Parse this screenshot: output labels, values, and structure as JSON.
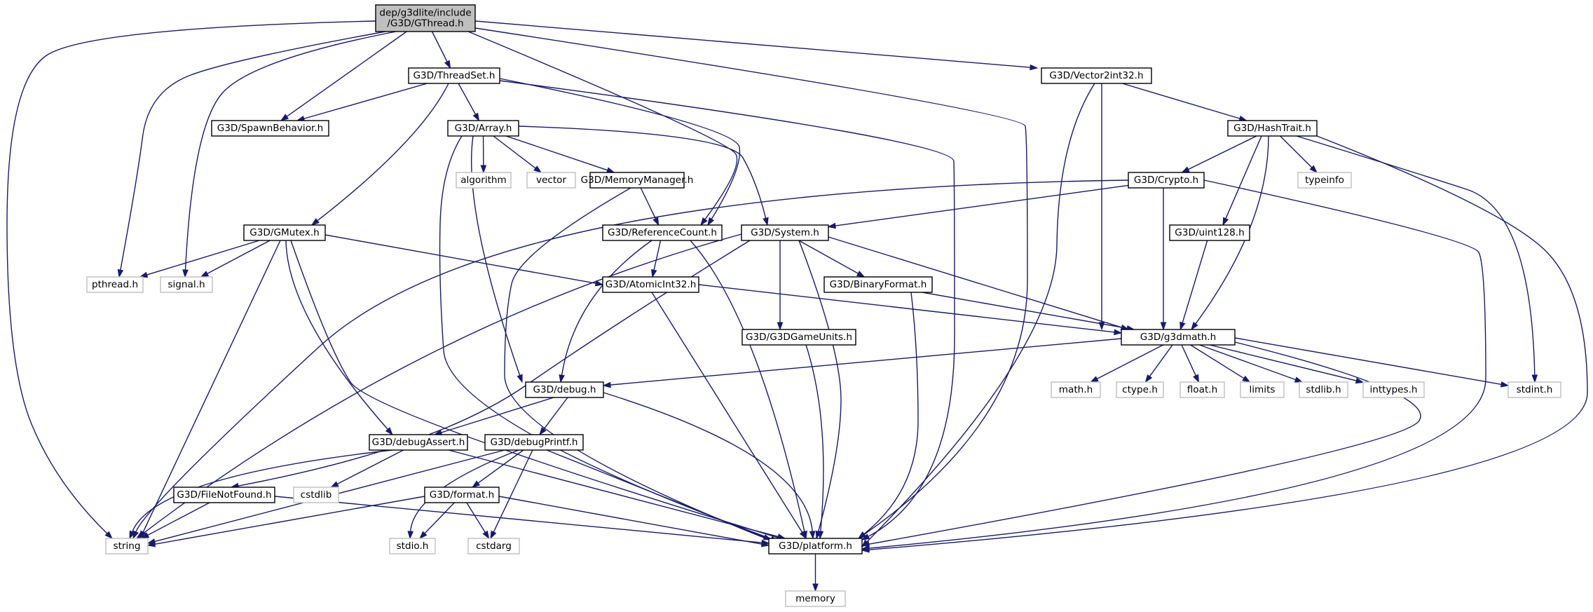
{
  "graph": {
    "colors": {
      "edge": "#191970",
      "documented_border": "#000000",
      "external_border": "#bfbfbf",
      "root_fill": "#bfbfbf",
      "node_fill": "#ffffff"
    },
    "nodes": [
      {
        "id": "gthread",
        "lines": [
          "dep/g3dlite/include",
          "/G3D/GThread.h"
        ],
        "kind": "root"
      },
      {
        "id": "threadset",
        "lines": [
          "G3D/ThreadSet.h"
        ],
        "kind": "doc"
      },
      {
        "id": "vector2int32",
        "lines": [
          "G3D/Vector2int32.h"
        ],
        "kind": "doc"
      },
      {
        "id": "spawnbehavior",
        "lines": [
          "G3D/SpawnBehavior.h"
        ],
        "kind": "doc"
      },
      {
        "id": "array",
        "lines": [
          "G3D/Array.h"
        ],
        "kind": "doc"
      },
      {
        "id": "hashtrait",
        "lines": [
          "G3D/HashTrait.h"
        ],
        "kind": "doc"
      },
      {
        "id": "algorithm",
        "lines": [
          "algorithm"
        ],
        "kind": "ext"
      },
      {
        "id": "vector",
        "lines": [
          "vector"
        ],
        "kind": "ext"
      },
      {
        "id": "memorymanager",
        "lines": [
          "G3D/MemoryManager.h"
        ],
        "kind": "doc"
      },
      {
        "id": "crypto",
        "lines": [
          "G3D/Crypto.h"
        ],
        "kind": "doc"
      },
      {
        "id": "typeinfo",
        "lines": [
          "typeinfo"
        ],
        "kind": "ext"
      },
      {
        "id": "gmutex",
        "lines": [
          "G3D/GMutex.h"
        ],
        "kind": "doc"
      },
      {
        "id": "referencecount",
        "lines": [
          "G3D/ReferenceCount.h"
        ],
        "kind": "doc"
      },
      {
        "id": "system",
        "lines": [
          "G3D/System.h"
        ],
        "kind": "doc"
      },
      {
        "id": "uint128",
        "lines": [
          "G3D/uint128.h"
        ],
        "kind": "doc"
      },
      {
        "id": "pthread",
        "lines": [
          "pthread.h"
        ],
        "kind": "ext"
      },
      {
        "id": "signal",
        "lines": [
          "signal.h"
        ],
        "kind": "ext"
      },
      {
        "id": "atomicint32",
        "lines": [
          "G3D/AtomicInt32.h"
        ],
        "kind": "doc"
      },
      {
        "id": "binaryformat",
        "lines": [
          "G3D/BinaryFormat.h"
        ],
        "kind": "doc"
      },
      {
        "id": "g3dgameunits",
        "lines": [
          "G3D/G3DGameUnits.h"
        ],
        "kind": "doc"
      },
      {
        "id": "g3dmath",
        "lines": [
          "G3D/g3dmath.h"
        ],
        "kind": "doc"
      },
      {
        "id": "debug",
        "lines": [
          "G3D/debug.h"
        ],
        "kind": "doc"
      },
      {
        "id": "mathh",
        "lines": [
          "math.h"
        ],
        "kind": "ext"
      },
      {
        "id": "ctypeh",
        "lines": [
          "ctype.h"
        ],
        "kind": "ext"
      },
      {
        "id": "floath",
        "lines": [
          "float.h"
        ],
        "kind": "ext"
      },
      {
        "id": "limits",
        "lines": [
          "limits"
        ],
        "kind": "ext"
      },
      {
        "id": "stdlibh",
        "lines": [
          "stdlib.h"
        ],
        "kind": "ext"
      },
      {
        "id": "inttypesh",
        "lines": [
          "inttypes.h"
        ],
        "kind": "ext"
      },
      {
        "id": "stdinth",
        "lines": [
          "stdint.h"
        ],
        "kind": "ext"
      },
      {
        "id": "debugassert",
        "lines": [
          "G3D/debugAssert.h"
        ],
        "kind": "doc"
      },
      {
        "id": "debugprintf",
        "lines": [
          "G3D/debugPrintf.h"
        ],
        "kind": "doc"
      },
      {
        "id": "cstdlib",
        "lines": [
          "cstdlib"
        ],
        "kind": "ext"
      },
      {
        "id": "filenotfound",
        "lines": [
          "G3D/FileNotFound.h"
        ],
        "kind": "doc"
      },
      {
        "id": "format",
        "lines": [
          "G3D/format.h"
        ],
        "kind": "doc"
      },
      {
        "id": "string",
        "lines": [
          "string"
        ],
        "kind": "ext"
      },
      {
        "id": "stdioh",
        "lines": [
          "stdio.h"
        ],
        "kind": "ext"
      },
      {
        "id": "cstdarg",
        "lines": [
          "cstdarg"
        ],
        "kind": "ext"
      },
      {
        "id": "platform",
        "lines": [
          "G3D/platform.h"
        ],
        "kind": "doc"
      },
      {
        "id": "memory",
        "lines": [
          "memory"
        ],
        "kind": "ext"
      }
    ],
    "edges": [
      {
        "from": "gthread",
        "to": "threadset"
      },
      {
        "from": "gthread",
        "to": "spawnbehavior"
      },
      {
        "from": "gthread",
        "to": "vector2int32"
      },
      {
        "from": "gthread",
        "to": "string"
      },
      {
        "from": "gthread",
        "to": "pthread"
      },
      {
        "from": "gthread",
        "to": "signal"
      },
      {
        "from": "gthread",
        "to": "referencecount"
      },
      {
        "from": "gthread",
        "to": "platform"
      },
      {
        "from": "threadset",
        "to": "spawnbehavior"
      },
      {
        "from": "threadset",
        "to": "array"
      },
      {
        "from": "threadset",
        "to": "gmutex"
      },
      {
        "from": "threadset",
        "to": "referencecount"
      },
      {
        "from": "threadset",
        "to": "platform"
      },
      {
        "from": "array",
        "to": "algorithm"
      },
      {
        "from": "array",
        "to": "vector"
      },
      {
        "from": "array",
        "to": "memorymanager"
      },
      {
        "from": "array",
        "to": "system"
      },
      {
        "from": "array",
        "to": "debug"
      },
      {
        "from": "array",
        "to": "platform"
      },
      {
        "from": "memorymanager",
        "to": "referencecount"
      },
      {
        "from": "memorymanager",
        "to": "platform"
      },
      {
        "from": "vector2int32",
        "to": "hashtrait"
      },
      {
        "from": "vector2int32",
        "to": "g3dmath"
      },
      {
        "from": "vector2int32",
        "to": "platform"
      },
      {
        "from": "hashtrait",
        "to": "crypto"
      },
      {
        "from": "hashtrait",
        "to": "typeinfo"
      },
      {
        "from": "hashtrait",
        "to": "uint128"
      },
      {
        "from": "hashtrait",
        "to": "g3dmath"
      },
      {
        "from": "hashtrait",
        "to": "stdinth"
      },
      {
        "from": "hashtrait",
        "to": "platform"
      },
      {
        "from": "crypto",
        "to": "system"
      },
      {
        "from": "crypto",
        "to": "g3dmath"
      },
      {
        "from": "crypto",
        "to": "string"
      },
      {
        "from": "crypto",
        "to": "platform"
      },
      {
        "from": "uint128",
        "to": "g3dmath"
      },
      {
        "from": "gmutex",
        "to": "pthread"
      },
      {
        "from": "gmutex",
        "to": "signal"
      },
      {
        "from": "gmutex",
        "to": "atomicint32"
      },
      {
        "from": "gmutex",
        "to": "string"
      },
      {
        "from": "gmutex",
        "to": "debugassert"
      },
      {
        "from": "gmutex",
        "to": "platform"
      },
      {
        "from": "referencecount",
        "to": "atomicint32"
      },
      {
        "from": "referencecount",
        "to": "debug"
      },
      {
        "from": "referencecount",
        "to": "platform"
      },
      {
        "from": "system",
        "to": "binaryformat"
      },
      {
        "from": "system",
        "to": "g3dgameunits"
      },
      {
        "from": "system",
        "to": "g3dmath"
      },
      {
        "from": "system",
        "to": "filenotfound"
      },
      {
        "from": "system",
        "to": "string"
      },
      {
        "from": "system",
        "to": "platform"
      },
      {
        "from": "atomicint32",
        "to": "g3dmath"
      },
      {
        "from": "atomicint32",
        "to": "platform"
      },
      {
        "from": "binaryformat",
        "to": "g3dmath"
      },
      {
        "from": "binaryformat",
        "to": "platform"
      },
      {
        "from": "g3dgameunits",
        "to": "platform"
      },
      {
        "from": "g3dmath",
        "to": "debug"
      },
      {
        "from": "g3dmath",
        "to": "mathh"
      },
      {
        "from": "g3dmath",
        "to": "ctypeh"
      },
      {
        "from": "g3dmath",
        "to": "floath"
      },
      {
        "from": "g3dmath",
        "to": "limits"
      },
      {
        "from": "g3dmath",
        "to": "stdlibh"
      },
      {
        "from": "g3dmath",
        "to": "inttypesh"
      },
      {
        "from": "g3dmath",
        "to": "stdinth"
      },
      {
        "from": "g3dmath",
        "to": "platform"
      },
      {
        "from": "debug",
        "to": "debugassert"
      },
      {
        "from": "debug",
        "to": "debugprintf"
      },
      {
        "from": "debug",
        "to": "platform"
      },
      {
        "from": "debugassert",
        "to": "cstdlib"
      },
      {
        "from": "debugassert",
        "to": "string"
      },
      {
        "from": "debugassert",
        "to": "platform"
      },
      {
        "from": "debugprintf",
        "to": "format"
      },
      {
        "from": "debugprintf",
        "to": "stdioh"
      },
      {
        "from": "debugprintf",
        "to": "cstdarg"
      },
      {
        "from": "debugprintf",
        "to": "string"
      },
      {
        "from": "debugprintf",
        "to": "platform"
      },
      {
        "from": "filenotfound",
        "to": "string"
      },
      {
        "from": "filenotfound",
        "to": "platform"
      },
      {
        "from": "format",
        "to": "string"
      },
      {
        "from": "format",
        "to": "stdioh"
      },
      {
        "from": "format",
        "to": "cstdarg"
      },
      {
        "from": "format",
        "to": "platform"
      },
      {
        "from": "platform",
        "to": "memory"
      }
    ]
  }
}
